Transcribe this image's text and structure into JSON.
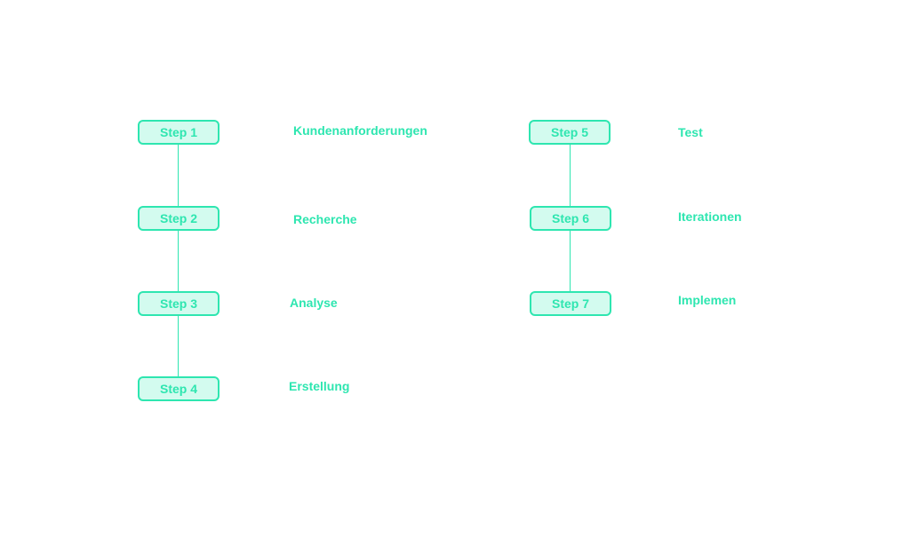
{
  "colors": {
    "accent": "#2ee6b0",
    "box_fill": "#d3fbef",
    "background": "#ffffff"
  },
  "steps": [
    {
      "label": "Step 1",
      "description": "Kundenanforderungen"
    },
    {
      "label": "Step 2",
      "description": "Recherche"
    },
    {
      "label": "Step 3",
      "description": "Analyse"
    },
    {
      "label": "Step 4",
      "description": "Erstellung"
    },
    {
      "label": "Step 5",
      "description": "Test"
    },
    {
      "label": "Step 6",
      "description": "Iterationen"
    },
    {
      "label": "Step 7",
      "description": "Implemen"
    }
  ]
}
